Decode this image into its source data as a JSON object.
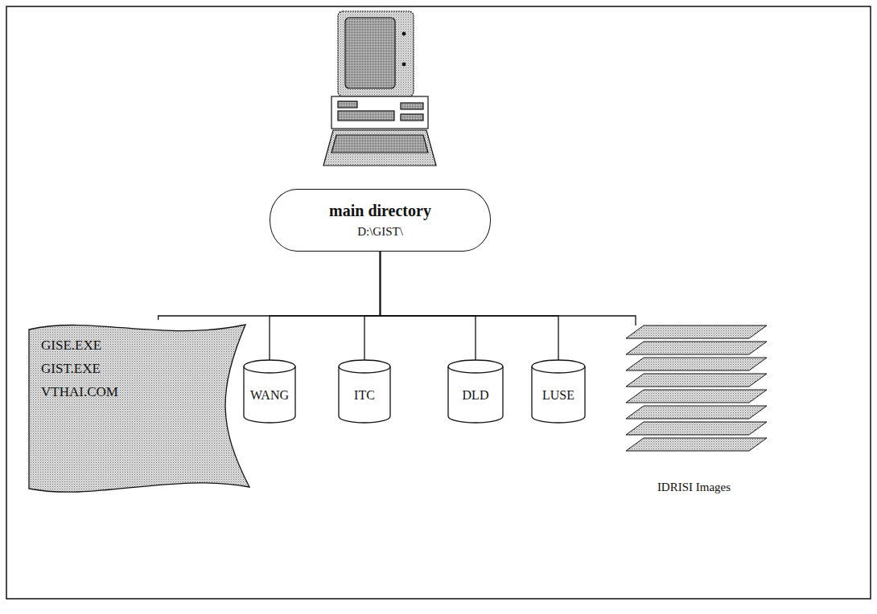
{
  "diagram": {
    "nodes": [
      {
        "text": [
          "main directory",
          "D:\\GIST\\"
        ]
      },
      {
        "text": [
          "GISE.EXE",
          "GIST.EXE",
          "VTHAI.COM"
        ]
      },
      {
        "text": [
          "WANG"
        ]
      },
      {
        "text": [
          "ITC"
        ]
      },
      {
        "text": [
          "DLD"
        ]
      },
      {
        "text": [
          "LUSE"
        ]
      },
      {
        "text": [
          "IDRISI Images"
        ]
      }
    ],
    "edges": [
      {
        "from": 0,
        "to": 1,
        "arrow": "none"
      },
      {
        "from": 0,
        "to": 2,
        "arrow": "none"
      },
      {
        "from": 0,
        "to": 3,
        "arrow": "none"
      },
      {
        "from": 0,
        "to": 4,
        "arrow": "none"
      },
      {
        "from": 0,
        "to": 5,
        "arrow": "none"
      },
      {
        "from": 0,
        "to": 6,
        "arrow": "none"
      }
    ]
  }
}
